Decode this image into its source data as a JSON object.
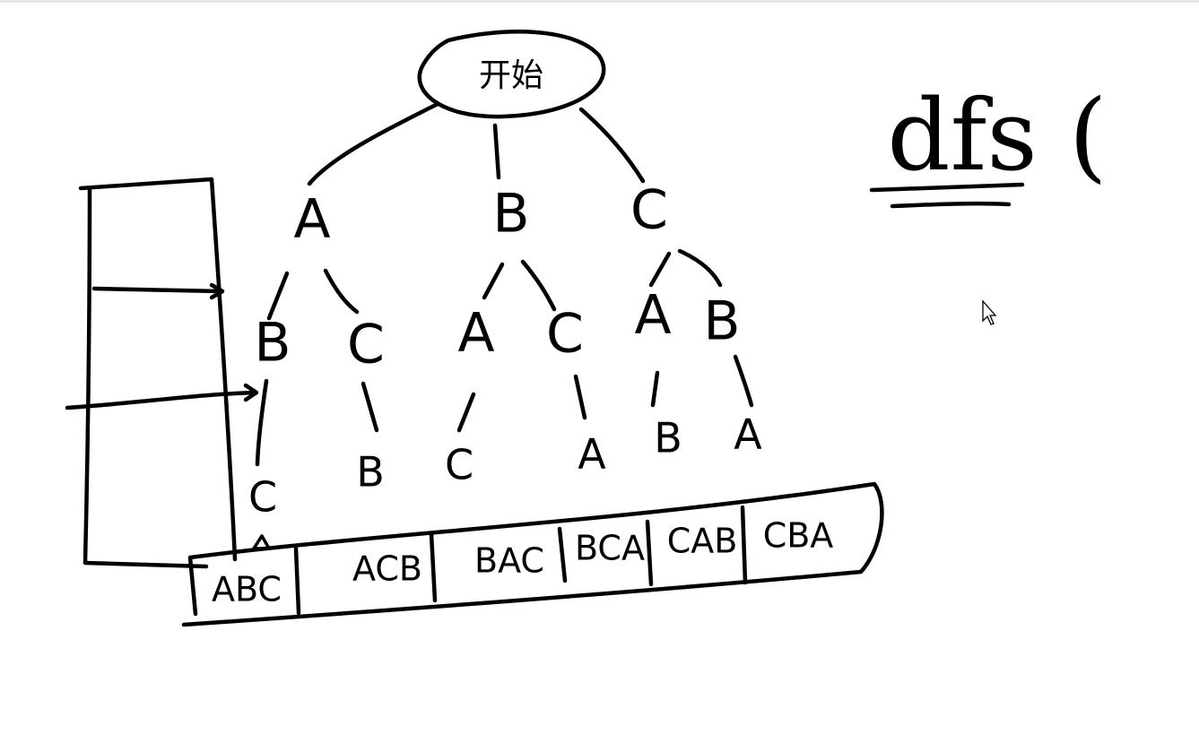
{
  "title": "dfs (",
  "root": "开始",
  "level1": [
    "A",
    "B",
    "C"
  ],
  "level2": [
    "B",
    "C",
    "A",
    "C",
    "A",
    "B"
  ],
  "level3": [
    "C",
    "B",
    "C",
    "A",
    "B",
    "A"
  ],
  "permutations": [
    "ABC",
    "ACB",
    "BAC",
    "BCA",
    "CAB",
    "CBA"
  ]
}
